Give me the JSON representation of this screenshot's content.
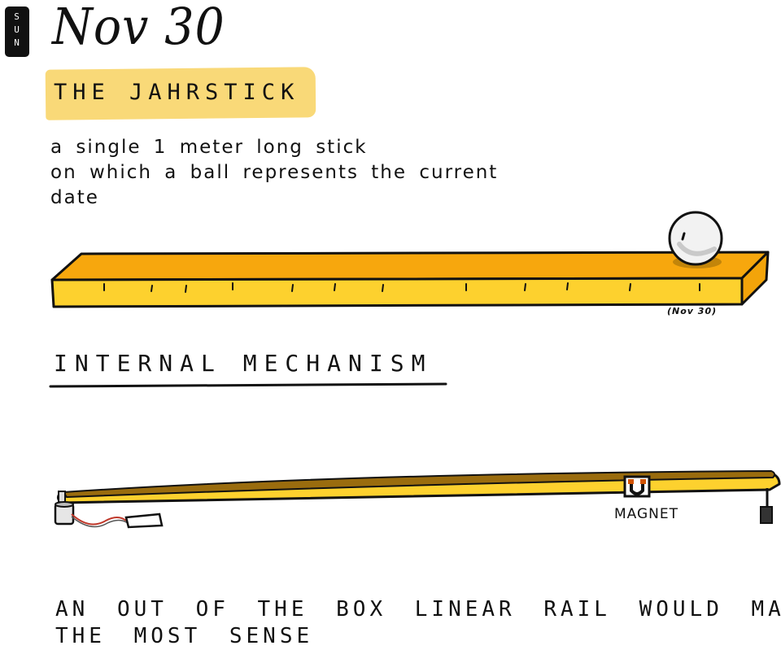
{
  "day_badge": [
    "S",
    "U",
    "N"
  ],
  "date_title": "Nov 30",
  "section_title": "THE JAHRSTICK",
  "description_lines": [
    "a single 1 meter long stick",
    "on which a ball represents the current",
    "date"
  ],
  "stick_label": "(Nov 30)",
  "internal_heading": "INTERNAL MECHANISM",
  "magnet_label": "MAGNET",
  "conclusion_lines": [
    "AN OUT OF THE BOX LINEAR RAIL WOULD MAKE",
    "THE MOST SENSE"
  ],
  "colors": {
    "stick_top": "#f7a70d",
    "stick_front": "#fdd12e",
    "highlight": "#f9d978",
    "rail_brown": "#9a6c0e",
    "rail_yellow": "#fdd12e",
    "ink": "#111111"
  }
}
